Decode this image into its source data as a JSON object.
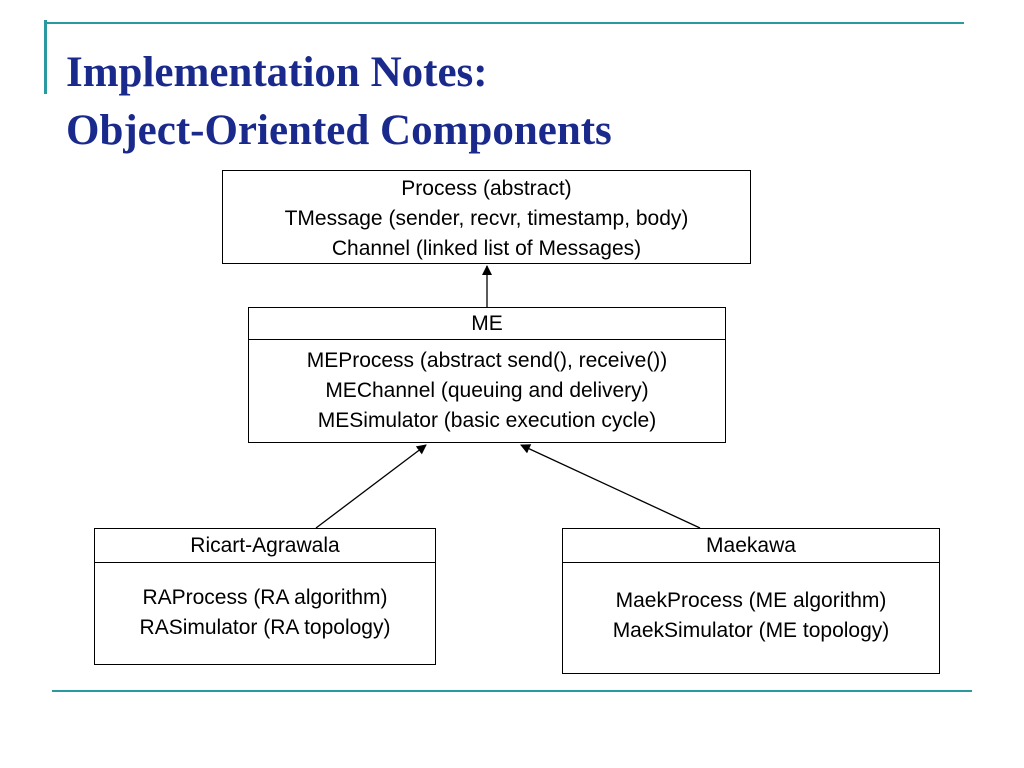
{
  "slide": {
    "title_line1": "Implementation Notes:",
    "title_line2": "Object-Oriented Components",
    "accent_color": "#2a9aa0",
    "title_color": "#1a2a8c"
  },
  "diagram": {
    "process_box": {
      "lines": [
        "Process (abstract)",
        "TMessage (sender, recvr, timestamp, body)",
        "Channel (linked list of Messages)"
      ]
    },
    "me_box": {
      "header": "ME",
      "lines": [
        "MEProcess (abstract send(), receive())",
        "MEChannel (queuing and delivery)",
        "MESimulator (basic execution cycle)"
      ]
    },
    "ra_box": {
      "header": "Ricart-Agrawala",
      "lines": [
        "RAProcess (RA algorithm)",
        "RASimulator (RA topology)"
      ]
    },
    "maek_box": {
      "header": "Maekawa",
      "lines": [
        "MaekProcess (ME algorithm)",
        "MaekSimulator (ME topology)"
      ]
    }
  }
}
